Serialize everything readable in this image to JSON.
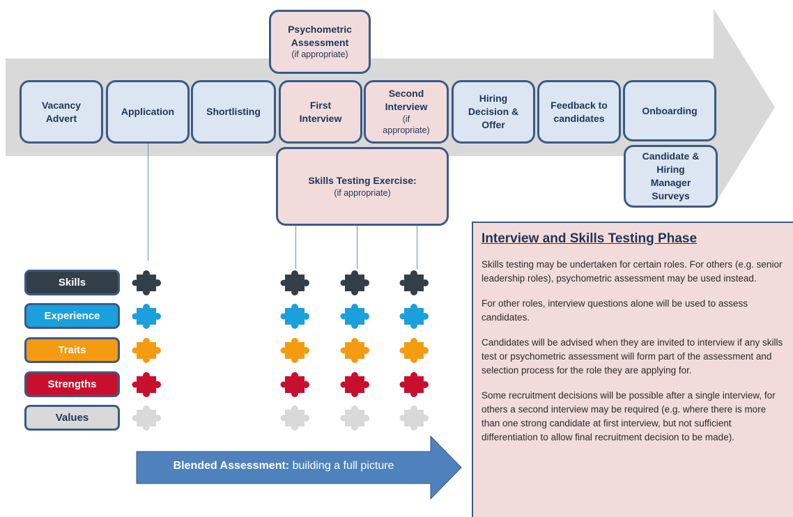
{
  "process_steps": [
    {
      "label": "Vacancy Advert"
    },
    {
      "label": "Application"
    },
    {
      "label": "Shortlisting"
    },
    {
      "label": "First Interview"
    },
    {
      "label": "Second Interview",
      "note_line1": "(if",
      "note_line2": "appropriate)"
    },
    {
      "label": "Hiring Decision & Offer"
    },
    {
      "label": "Feedback to candidates"
    },
    {
      "label": "Onboarding"
    }
  ],
  "psychometric": {
    "title": "Psychometric Assessment",
    "note": "(if appropriate)"
  },
  "skills_testing": {
    "title": "Skills Testing Exercise:",
    "note": "(if appropriate)"
  },
  "surveys": {
    "label": "Candidate & Hiring Manager Surveys"
  },
  "attributes": [
    {
      "label": "Skills",
      "color": "#333f48"
    },
    {
      "label": "Experience",
      "color": "#1aa0dc"
    },
    {
      "label": "Traits",
      "color": "#f39c12"
    },
    {
      "label": "Strengths",
      "color": "#c8102e"
    },
    {
      "label": "Values",
      "color": "#d9d9d9"
    }
  ],
  "blended": {
    "bold": "Blended Assessment:",
    "rest": " building a full picture"
  },
  "info": {
    "title": "Interview and Skills Testing Phase",
    "paragraphs": [
      "Skills testing may be undertaken for certain roles. For others (e.g. senior leadership roles), psychometric assessment may be used instead.",
      "For other roles, interview questions alone will be used to assess candidates.",
      "Candidates will be advised when they are invited to interview if any skills test or psychometric assessment will form part of the assessment and selection process for the role they are applying for.",
      "Some recruitment decisions will be possible after a single interview, for others a second interview may be required (e.g. where there is more than one strong candidate at first interview, but not sufficient differentiation to allow final recruitment decision to be made)."
    ]
  },
  "colors": {
    "box_border": "#3b5a85",
    "box_blue": "#dce6f2",
    "box_pink": "#f2dcdb",
    "text_dark": "#1f3557",
    "grey_arrow": "#d9d9d9",
    "blue_arrow": "#4f81bd"
  }
}
